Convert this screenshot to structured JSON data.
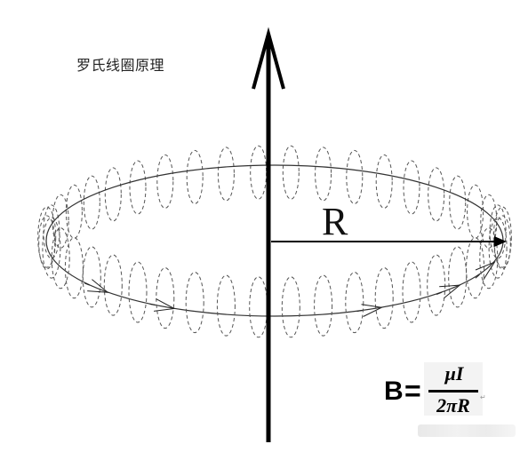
{
  "diagram": {
    "title": "罗氏线圈原理",
    "radius_label": "R",
    "formula": {
      "lhs": "B",
      "equals": "=",
      "numerator": "μI",
      "denominator": "2πR"
    },
    "trailing_mark": "↵"
  }
}
